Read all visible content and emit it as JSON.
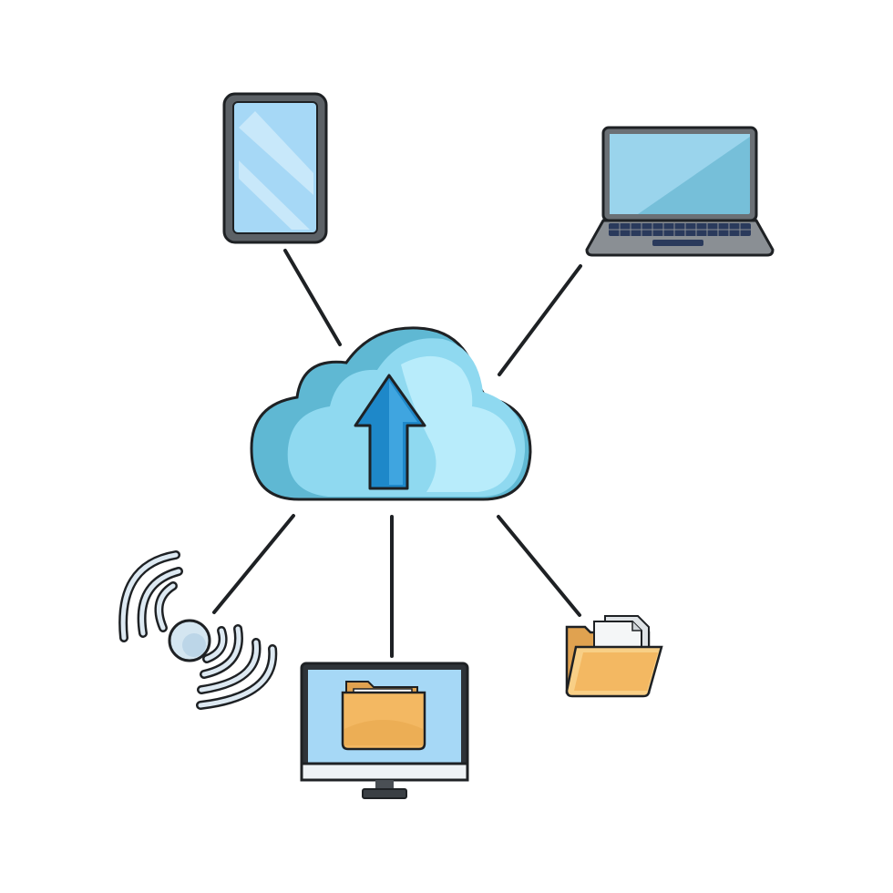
{
  "diagram": {
    "hub": {
      "icon": "cloud-upload-icon"
    },
    "nodes": [
      {
        "id": "tablet",
        "icon": "tablet-icon"
      },
      {
        "id": "laptop",
        "icon": "laptop-icon"
      },
      {
        "id": "wireless-signal",
        "icon": "wireless-signal-icon"
      },
      {
        "id": "desktop-monitor",
        "icon": "monitor-folder-icon"
      },
      {
        "id": "open-folder",
        "icon": "open-folder-documents-icon"
      }
    ],
    "connections": [
      {
        "from": "cloud",
        "to": "tablet"
      },
      {
        "from": "cloud",
        "to": "laptop"
      },
      {
        "from": "cloud",
        "to": "wireless-signal"
      },
      {
        "from": "cloud",
        "to": "desktop-monitor"
      },
      {
        "from": "cloud",
        "to": "open-folder"
      }
    ]
  },
  "colors": {
    "outline": "#1e2124",
    "cloud_light": "#a9e4f6",
    "cloud_dark": "#5fb8d3",
    "arrow_main": "#1e88c9",
    "arrow_light": "#3fa5e0",
    "screen_blue": "#a6d8f6",
    "device_gray": "#6b7075",
    "folder_yellow": "#f3b862",
    "folder_light": "#f8cf86"
  }
}
